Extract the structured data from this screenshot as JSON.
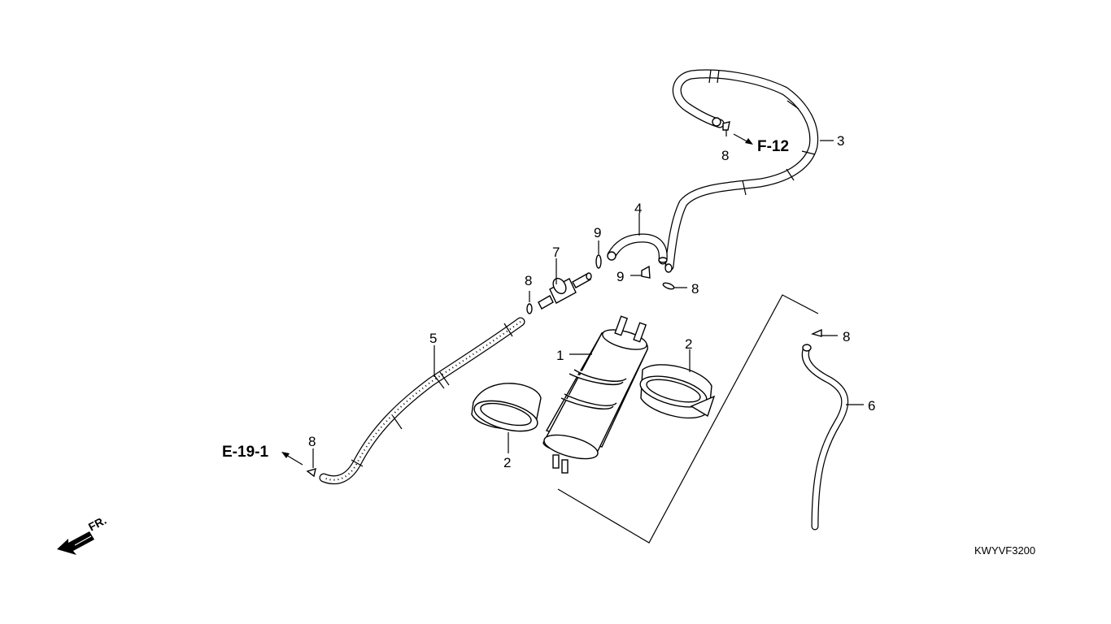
{
  "diagram": {
    "part_labels": {
      "p1": "1",
      "p2a": "2",
      "p2b": "2",
      "p3": "3",
      "p4": "4",
      "p5": "5",
      "p6": "6",
      "p7": "7",
      "p8a": "8",
      "p8b": "8",
      "p8c": "8",
      "p8d": "8",
      "p8e": "8",
      "p9a": "9",
      "p9b": "9"
    },
    "references": {
      "f12": "F-12",
      "e191": "E-19-1"
    },
    "front_indicator": "FR.",
    "drawing_code": "KWYVF3200"
  }
}
